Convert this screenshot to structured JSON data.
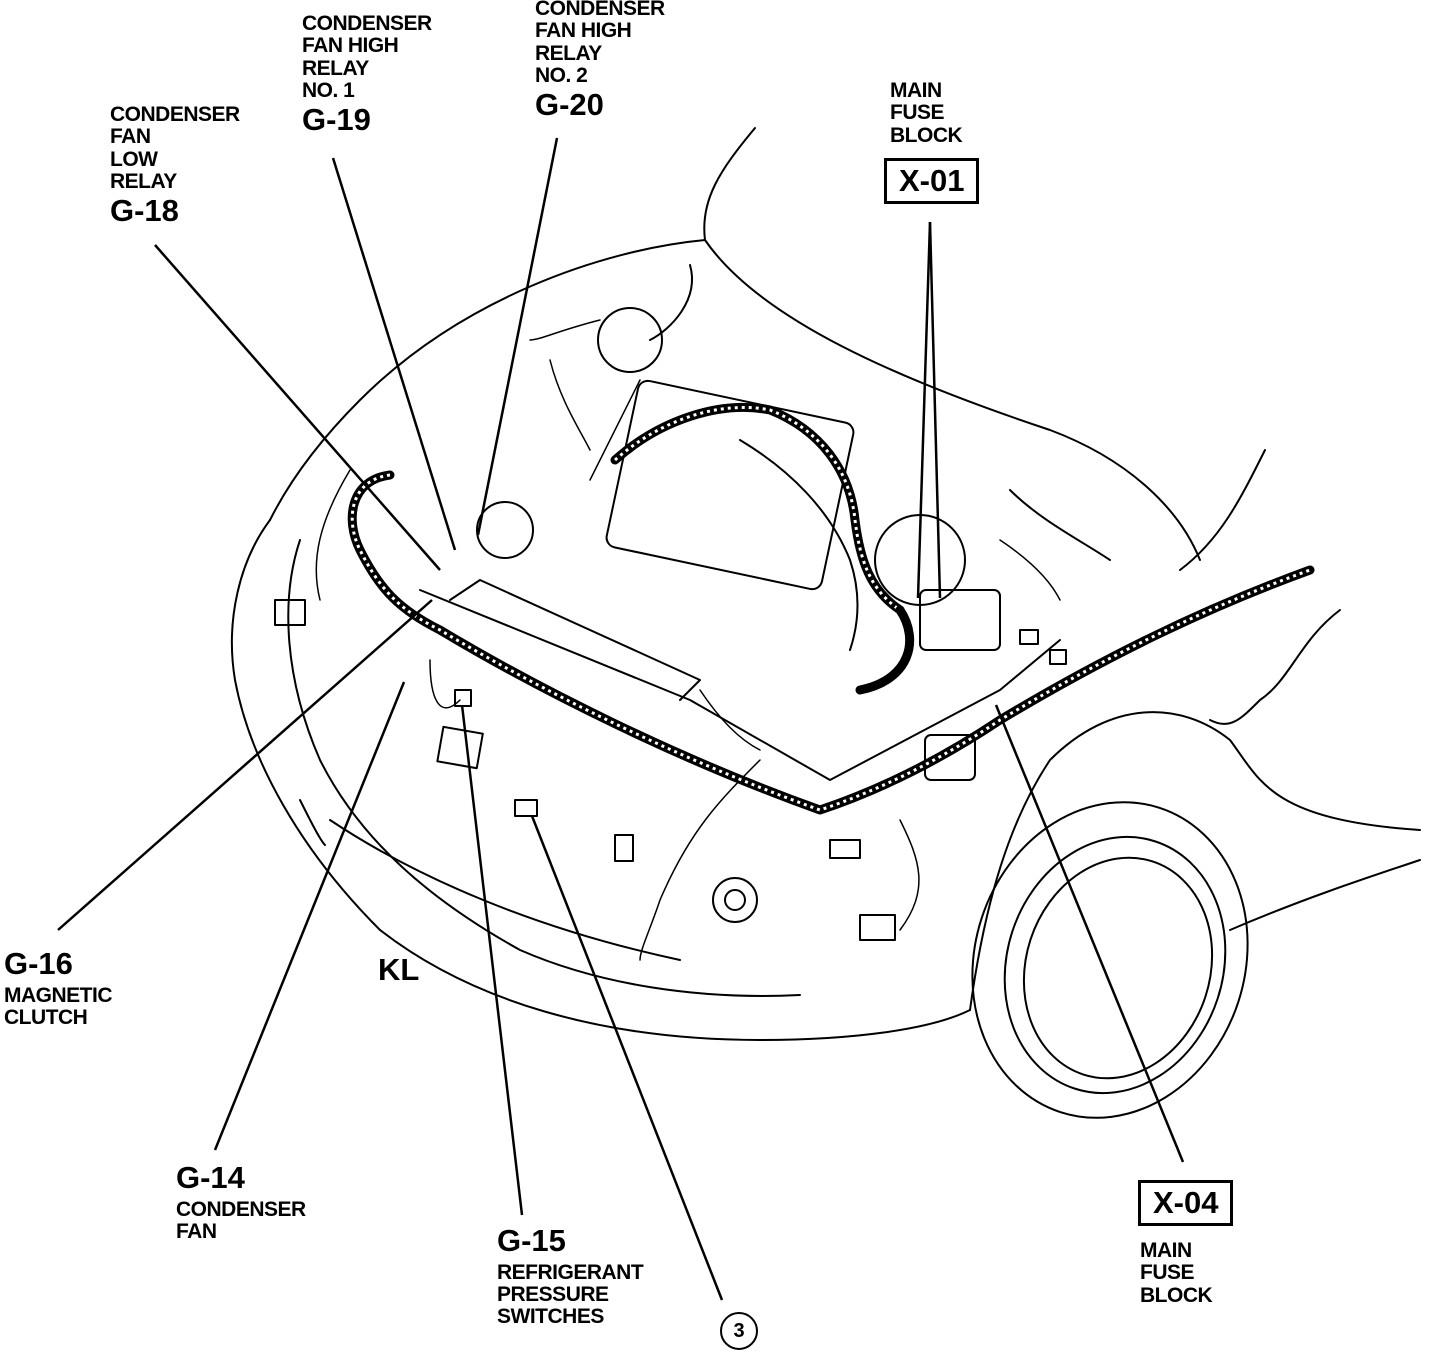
{
  "callouts": {
    "g18": {
      "code": "G-18",
      "lines": [
        "CONDENSER",
        "FAN",
        "LOW",
        "RELAY"
      ]
    },
    "g19": {
      "code": "G-19",
      "lines": [
        "CONDENSER",
        "FAN HIGH",
        "RELAY",
        "NO. 1"
      ]
    },
    "g20": {
      "code": "G-20",
      "lines": [
        "CONDENSER",
        "FAN HIGH",
        "RELAY",
        "NO. 2"
      ]
    },
    "x01": {
      "code": "X-01",
      "lines": [
        "MAIN",
        "FUSE",
        "BLOCK"
      ]
    },
    "g16": {
      "code": "G-16",
      "lines": [
        "MAGNETIC",
        "CLUTCH"
      ]
    },
    "g14": {
      "code": "G-14",
      "lines": [
        "CONDENSER",
        "FAN"
      ]
    },
    "g15": {
      "code": "G-15",
      "lines": [
        "REFRIGERANT",
        "PRESSURE",
        "SWITCHES"
      ]
    },
    "x04": {
      "code": "X-04",
      "lines": [
        "MAIN",
        "FUSE",
        "BLOCK"
      ]
    }
  },
  "side_label": "KL",
  "ground_marker": "3"
}
